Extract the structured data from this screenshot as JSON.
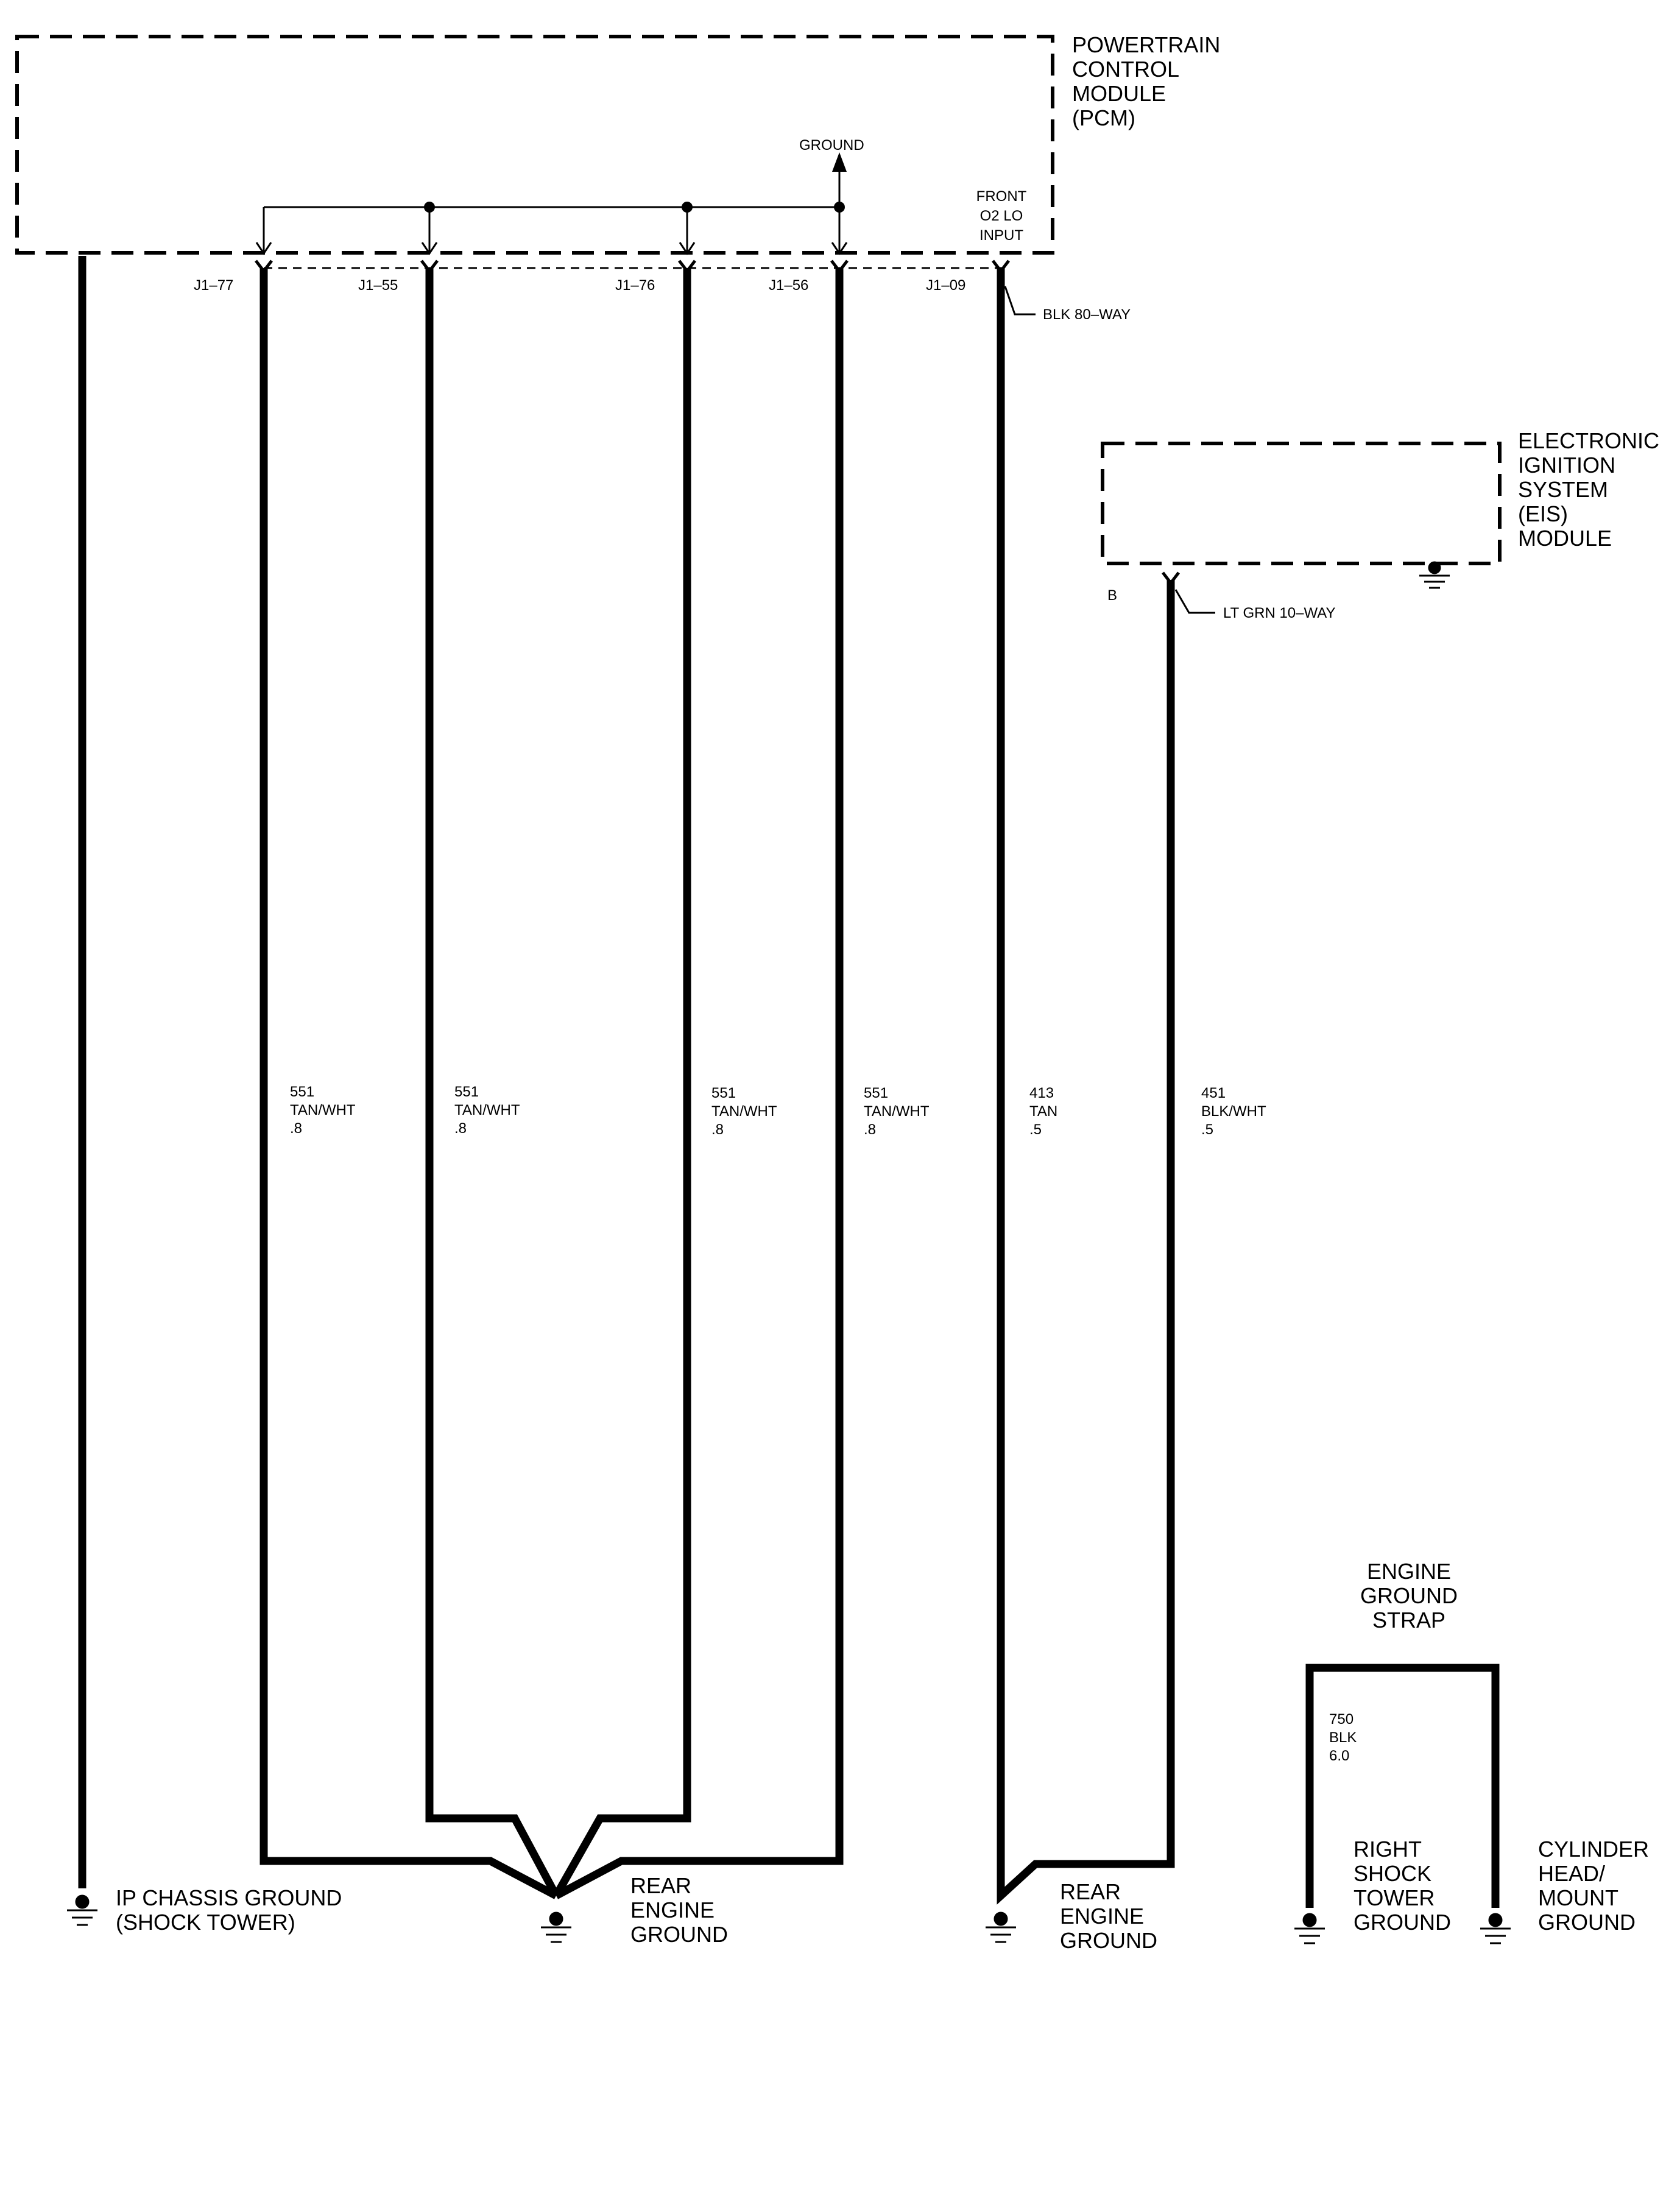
{
  "modules": {
    "pcm": {
      "name": [
        "POWERTRAIN",
        "CONTROL",
        "MODULE",
        "(PCM)"
      ]
    },
    "eis": {
      "name": [
        "ELECTRONIC",
        "IGNITION",
        "SYSTEM",
        "(EIS)",
        "MODULE"
      ]
    }
  },
  "pcm_internal": {
    "ground_label": "GROUND",
    "front_o2_label": [
      "FRONT",
      "O2 LO",
      "INPUT"
    ]
  },
  "connectors": {
    "pcm_connector": "BLK 80–WAY",
    "eis_connector": "LT GRN 10–WAY",
    "eis_pin": "B"
  },
  "pins": [
    {
      "id": "J1–77"
    },
    {
      "id": "J1–55"
    },
    {
      "id": "J1–76"
    },
    {
      "id": "J1–56"
    },
    {
      "id": "J1–09"
    }
  ],
  "wires": [
    {
      "circuit": "551",
      "color": "TAN/WHT",
      "gauge": ".8"
    },
    {
      "circuit": "551",
      "color": "TAN/WHT",
      "gauge": ".8"
    },
    {
      "circuit": "551",
      "color": "TAN/WHT",
      "gauge": ".8"
    },
    {
      "circuit": "551",
      "color": "TAN/WHT",
      "gauge": ".8"
    },
    {
      "circuit": "413",
      "color": "TAN",
      "gauge": ".5"
    },
    {
      "circuit": "451",
      "color": "BLK/WHT",
      "gauge": ".5"
    },
    {
      "circuit": "750",
      "color": "BLK",
      "gauge": "6.0"
    }
  ],
  "grounds": {
    "ip_chassis": [
      "IP CHASSIS GROUND",
      "(SHOCK TOWER)"
    ],
    "rear_engine_1": [
      "REAR",
      "ENGINE",
      "GROUND"
    ],
    "rear_engine_2": [
      "REAR",
      "ENGINE",
      "GROUND"
    ],
    "right_shock_tower": [
      "RIGHT",
      "SHOCK",
      "TOWER",
      "GROUND"
    ],
    "cylinder_head": [
      "CYLINDER",
      "HEAD/",
      "MOUNT",
      "GROUND"
    ]
  },
  "strap": {
    "name": [
      "ENGINE",
      "GROUND",
      "STRAP"
    ]
  },
  "colors": {
    "ink": "#000000",
    "background": "#ffffff"
  }
}
